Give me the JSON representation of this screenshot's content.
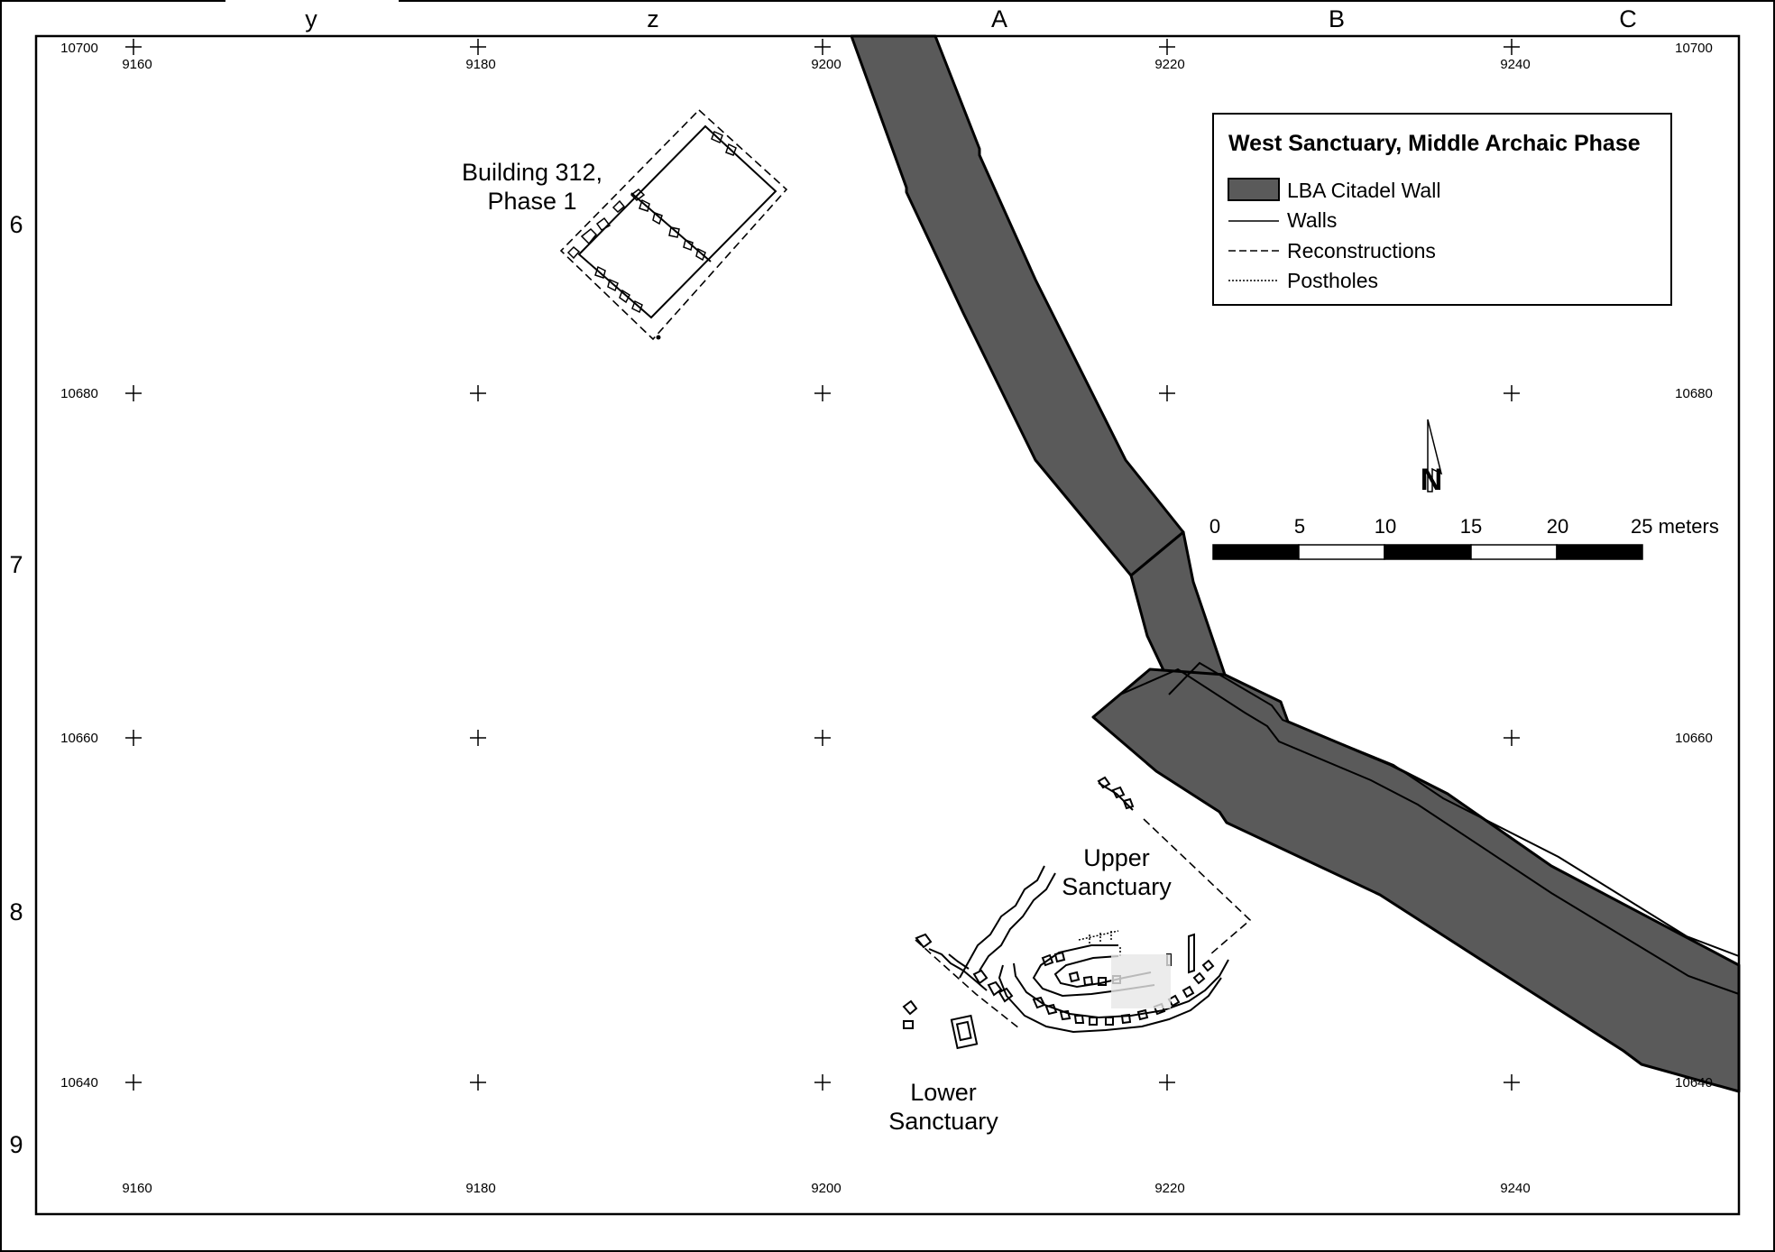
{
  "title": "West Sanctuary, Middle Archaic Phase",
  "legend": {
    "title": "West Sanctuary, Middle Archaic Phase",
    "items": [
      {
        "label": "LBA Citadel Wall",
        "symbol": "filled-box",
        "color": "#5a5a5a"
      },
      {
        "label": "Walls",
        "symbol": "solid-line"
      },
      {
        "label": "Reconstructions",
        "symbol": "dashed-line"
      },
      {
        "label": "Postholes",
        "symbol": "dotted-line"
      }
    ]
  },
  "grid": {
    "columns": [
      "y",
      "z",
      "A",
      "B",
      "C"
    ],
    "rows": [
      "6",
      "7",
      "8",
      "9"
    ],
    "eastings": [
      "9160",
      "9180",
      "9200",
      "9220",
      "9240"
    ],
    "northings": [
      "10700",
      "10680",
      "10660",
      "10640"
    ]
  },
  "labels": {
    "building_line1": "Building 312,",
    "building_line2": "Phase 1",
    "upper_line1": "Upper",
    "upper_line2": "Sanctuary",
    "lower_line1": "Lower",
    "lower_line2": "Sanctuary"
  },
  "scale_bar": {
    "ticks": [
      "0",
      "5",
      "10",
      "15",
      "20",
      "25 meters"
    ]
  },
  "north_arrow": {
    "letter": "N"
  },
  "colors": {
    "citadel_wall": "#5a5a5a",
    "frame": "#000000",
    "background": "#ffffff"
  }
}
